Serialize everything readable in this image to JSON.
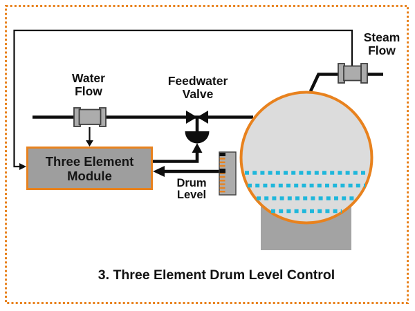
{
  "figure": {
    "caption": "3. Three Element Drum Level Control"
  },
  "labels": {
    "water_flow": "Water\nFlow",
    "feedwater_valve": "Feedwater\nValve",
    "steam_flow": "Steam\nFlow",
    "module": "Three Element\nModule",
    "drum_level": "Drum\nLevel"
  },
  "colors": {
    "accent_orange": "#E8821E",
    "water_cyan": "#1FB7DB",
    "line_ink": "#0E0E0E",
    "drum_fill": "#DCDCDC",
    "module_fill": "#9E9E9E",
    "pedestal_fill": "#A3A3A3",
    "sensor_fill": "#ACACAC",
    "sensor_stroke": "#3F3F3F"
  }
}
